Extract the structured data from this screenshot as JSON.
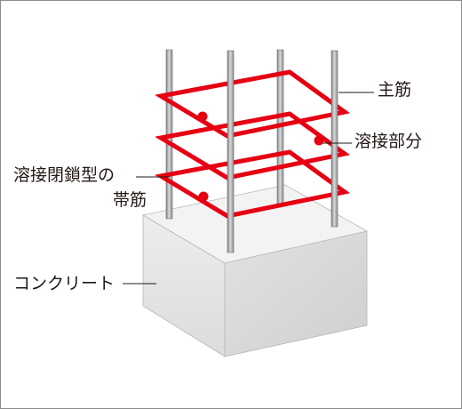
{
  "labels": {
    "main_bar": "主筋",
    "weld_point": "溶接部分",
    "hoop_line1": "溶接閉鎖型の",
    "hoop_line2": "帯筋",
    "concrete": "コンクリート"
  },
  "colors": {
    "hoop": "#e60012",
    "leader": "#231815",
    "bar": "#a9aaae",
    "bar_outline": "#6f7075",
    "concrete_top": "#f2f2f2",
    "concrete_left": "#e3e3e3",
    "concrete_right": "#d4d4d4",
    "frame": "#8c8c8c"
  }
}
